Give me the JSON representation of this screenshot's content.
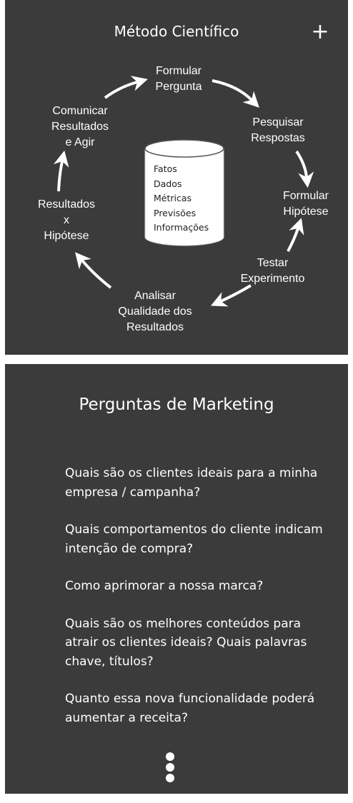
{
  "method": {
    "title": "Método Científico",
    "add_icon": "plus-icon",
    "cylinder_items": [
      "Fatos",
      "Dados",
      "Métricas",
      "Previsões",
      "Informações"
    ],
    "steps": [
      {
        "label": "Formular\nPergunta"
      },
      {
        "label": "Pesquisar\nRespostas"
      },
      {
        "label": "Formular\nHipótese"
      },
      {
        "label": "Testar\nExperimento"
      },
      {
        "label": "Analisar\nQualidade dos\nResultados"
      },
      {
        "label": "Resultados\nx\nHipótese"
      },
      {
        "label": "Comunicar\nResultados\ne Agir"
      }
    ]
  },
  "marketing": {
    "title": "Perguntas de Marketing",
    "questions": [
      "Quais são os clientes ideais para a minha empresa / campanha?",
      "Quais comportamentos do cliente indicam intenção de compra?",
      "Como aprimorar a  nossa marca?",
      "Quais são os melhores conteúdos para atrair os clientes ideais? Quais palavras chave, títulos?",
      "Quanto essa nova funcionalidade poderá aumentar a receita?"
    ],
    "more_icon": "more-vertical-icon"
  },
  "colors": {
    "card_background": "#3b3b3b",
    "page_background": "#ffffff",
    "text": "#ffffff",
    "cylinder_fill": "#ffffff",
    "cylinder_text": "#1e1e1e"
  }
}
